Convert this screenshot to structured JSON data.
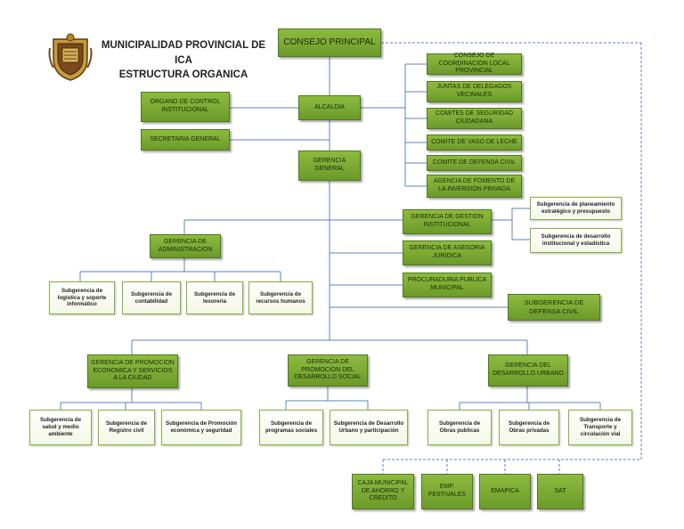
{
  "header": {
    "title_line1": "MUNICIPALIDAD PROVINCIAL DE ICA",
    "title_line2": "ESTRUCTURA ORGANICA"
  },
  "boxes": {
    "consejo_principal": "CONSEJO PRINCIPAL",
    "alcaldia": "ALCALDIA",
    "organo_control": "ORGANO DE CONTROL INSTITUCIONAL",
    "secretaria_general": "SECRETARIA GENERAL",
    "gerencia_general": "GERENCIA GENERAL",
    "consejo_coordinacion": "CONSEJO DE COORDINACION LOCAL PROVINCIAL",
    "juntas_delegados": "JUNTAS DE DELEGADOS VECINALES",
    "comites_seguridad": "COMITES DE SEGURIDAD CIUDADANA",
    "comite_vaso_leche": "COMITE DE VASO DE LECHE",
    "comite_defensa_civil": "COMITE DE DEFENSA CIVIL",
    "agencia_fomento": "AGENCIA DE FOMENTO DE LA INVERSION PRIVADA",
    "gerencia_gestion": "GERENCIA DE GESTION INSTITUCIONAL",
    "sub_planeamiento": "Subgerencia de planeamiento estratégico y presupuesto",
    "sub_desarrollo_inst": "Subgerencia de desarrollo institucional y estadística",
    "gerencia_asesoria": "GERENCIA DE ASESORIA JURIDICA",
    "procuraduria": "PROCURADURIA PUBLICA MUNICIPAL",
    "subgerencia_defensa": "SUBGERENCIA DE DEFENSA CIVIL",
    "gerencia_administracion": "GERENCIA DE ADMINISTRACION",
    "sub_logistica": "Subgerencia de logística y soporte informático",
    "sub_contabilidad": "Subgerencia de contabilidad",
    "sub_tesoreria": "Subgerencia de tesorería",
    "sub_recursos": "Subgerencia de recursos humanos",
    "gerencia_promocion_economica": "GERENCIA DE PROMOCION ECONOMICA Y SERVICIOS A LA CIUDAD",
    "gerencia_desarrollo_social": "GERENCIA DE PROMOCION DEL DESARROLLO SOCIAL",
    "gerencia_desarrollo_urbano": "GERENCIA DEL DESARROLLO URBANO",
    "sub_salud": "Subgerencia de salud y medio ambiente",
    "sub_registro": "Subgerencia de Registro civil",
    "sub_promocion": "Subgerencia de Promoción económica y seguridad",
    "sub_programas": "Subgerencia de programas sociales",
    "sub_desarrollo_humano": "Subgerencia de Desarrollo Urbano y participación",
    "sub_obras_publicas": "Subgerencia de Obras publicas",
    "sub_obras_privadas": "Subgerencia de Obras privadas",
    "sub_transporte": "Subgerencia de Transporte y circulación vial",
    "caja_municipal": "CAJA MUNICIPAL DE AHORRO Y CREDITO",
    "emp_festivales": "EMP. FESTIVALES",
    "emapica": "EMAPICA",
    "sat": "SAT"
  },
  "colors": {
    "box_green": "#7aa834",
    "line_blue": "#5b84b8",
    "sub_border": "#86b23e"
  }
}
